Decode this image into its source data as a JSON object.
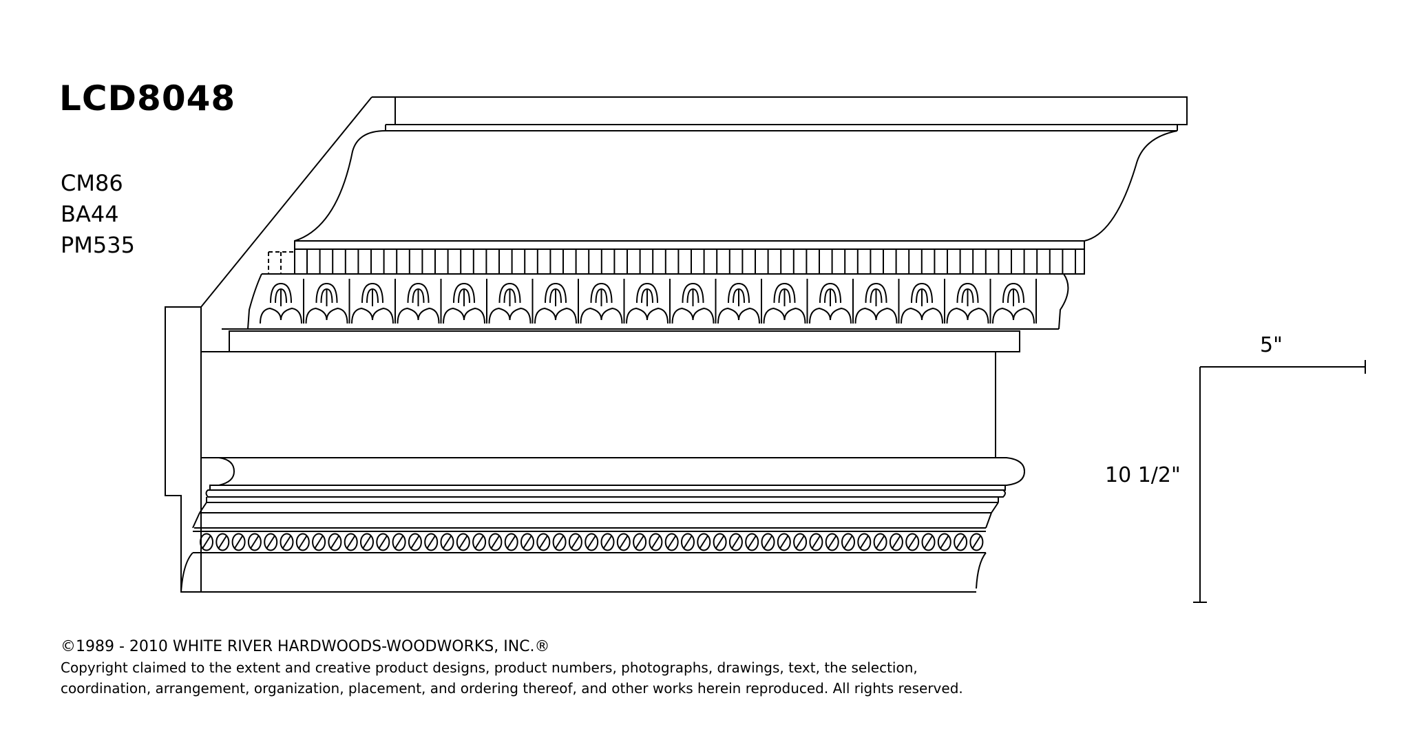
{
  "product": {
    "code": "LCD8048",
    "components": [
      "CM86",
      "BA44",
      "PM535"
    ]
  },
  "dimensions": {
    "width_label": "5\"",
    "height_label": "10 1/2\""
  },
  "copyright": {
    "heading": "©1989 - 2010 WHITE RIVER HARDWOODS-WOODWORKS, INC.®",
    "line1": "Copyright claimed to the extent and creative product designs, product numbers, photographs, drawings, text, the selection,",
    "line2": "coordination, arrangement, organization, placement, and ordering thereof, and other works herein reproduced. All rights reserved."
  },
  "colors": {
    "line": "#000000",
    "background": "#ffffff"
  }
}
